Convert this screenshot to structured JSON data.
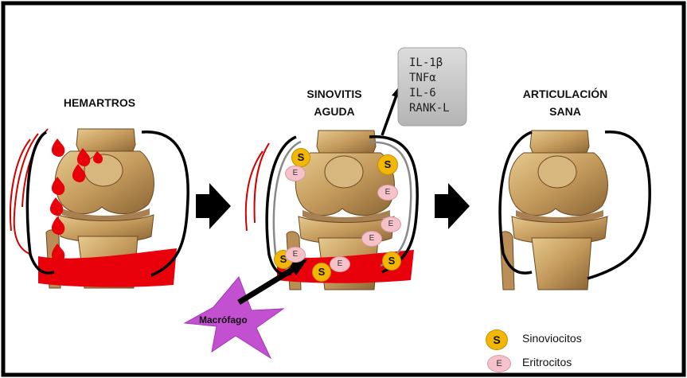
{
  "stages": [
    {
      "title_line1": "HEMARTROS",
      "title_line2": ""
    },
    {
      "title_line1": "SINOVITIS",
      "title_line2": "AGUDA"
    },
    {
      "title_line1": "ARTICULACIÓN",
      "title_line2": "SANA"
    }
  ],
  "cytokines": [
    "IL-1β",
    "TNFα",
    "IL-6",
    "RANK-L"
  ],
  "macrophage_label": "Macrófago",
  "legend": {
    "synoviocyte_symbol": "S",
    "synoviocyte_label": "Sinoviocitos",
    "erythrocyte_symbol": "E",
    "erythrocyte_label": "Eritrocitos"
  },
  "colors": {
    "blood": "#e8000b",
    "synoviocyte": "#f2b705",
    "erythrocyte": "#f4c2c8",
    "macrophage": "#c34fd1",
    "cytokine_box": "#c8c8c8",
    "bone": "#c9a46a"
  }
}
